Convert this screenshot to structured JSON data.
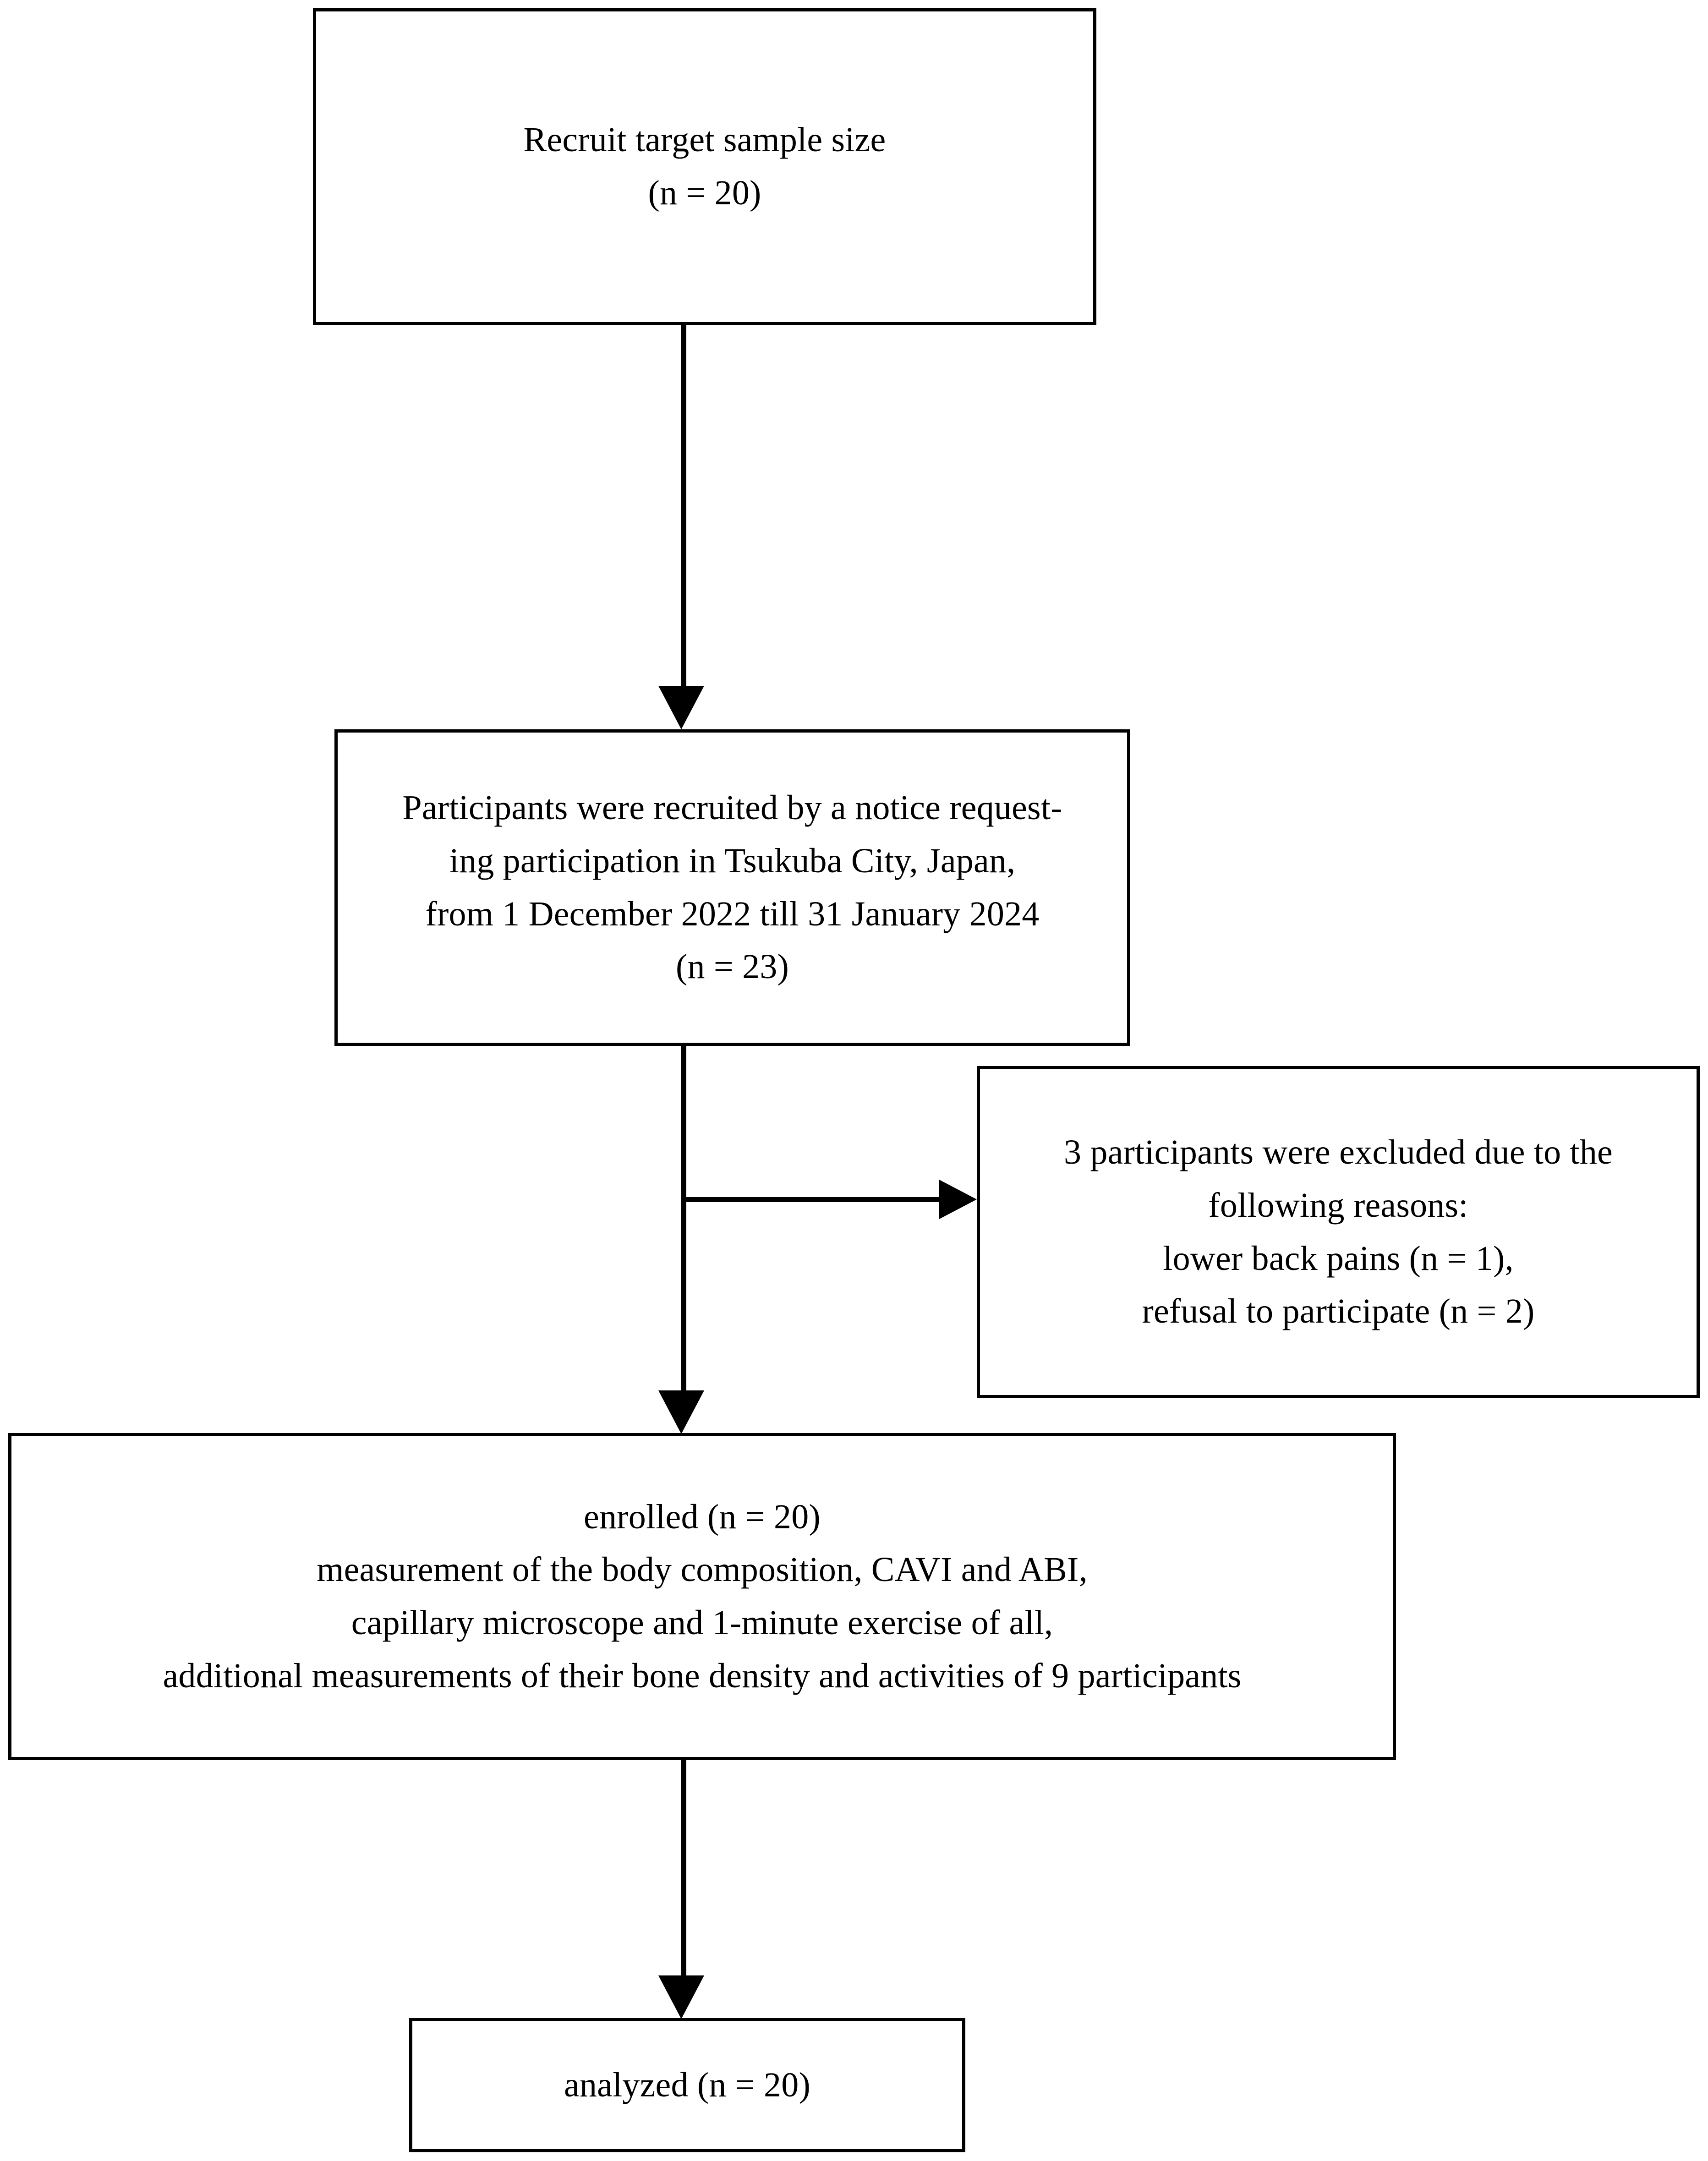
{
  "diagram": {
    "title": "Participant flow diagram",
    "type": "flowchart",
    "stroke_color": "#000000",
    "background_color": "#ffffff"
  },
  "nodes": {
    "recruit": {
      "lines": [
        "Recruit target sample size",
        "(n = 20)"
      ]
    },
    "notice": {
      "lines": [
        "Participants were recruited by a notice request-",
        "ing participation in Tsukuba City, Japan,",
        "from 1 December 2022 till 31 January 2024",
        "(n = 23)"
      ]
    },
    "excluded": {
      "lines": [
        "3 participants were excluded due to the",
        "following reasons:",
        "lower back pains (n = 1),",
        "refusal to participate (n = 2)"
      ]
    },
    "enrolled": {
      "lines": [
        "enrolled (n = 20)",
        "measurement of the body composition, CAVI and ABI,",
        "capillary microscope and 1-minute exercise of all,",
        "additional measurements of their bone density and activities of 9 participants"
      ]
    },
    "analyzed": {
      "lines": [
        "analyzed (n = 20)"
      ]
    }
  },
  "connectors": [
    {
      "name": "recruit-to-notice",
      "from": "recruit",
      "to": "notice",
      "direction": "down",
      "arrow": "down-arrow-icon"
    },
    {
      "name": "notice-to-enrolled",
      "from": "notice",
      "to": "enrolled",
      "direction": "down",
      "arrow": "down-arrow-icon"
    },
    {
      "name": "notice-to-excluded",
      "from": "notice",
      "to": "excluded",
      "direction": "right",
      "arrow": "right-arrow-icon"
    },
    {
      "name": "enrolled-to-analyzed",
      "from": "enrolled",
      "to": "analyzed",
      "direction": "down",
      "arrow": "down-arrow-icon"
    }
  ]
}
